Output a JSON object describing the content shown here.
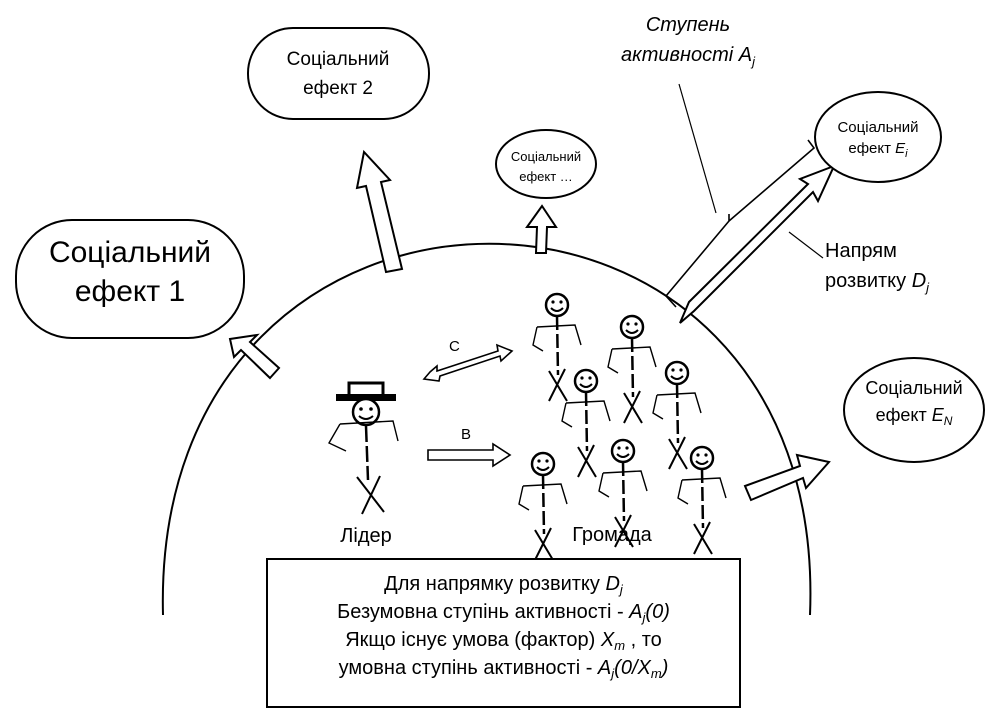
{
  "effects": {
    "effect1": [
      "Соціальний",
      "ефект 1"
    ],
    "effect2": [
      "Соціальний",
      "ефект  2"
    ],
    "effect_more": [
      "Соціальний",
      "ефект …"
    ],
    "effect_i": {
      "line1": "Соціальний",
      "prefix": "ефект ",
      "var": "E",
      "sub": "i"
    },
    "effect_n": {
      "line1": "Соціальний",
      "prefix": "ефект ",
      "var": "E",
      "sub": "N"
    }
  },
  "annotations": {
    "activity_level": {
      "line1": "Ступень",
      "line2_prefix": "активності ",
      "var": "A",
      "sub": "j"
    },
    "direction": {
      "line1": "Напрям",
      "line2_prefix": "розвитку ",
      "var": "D",
      "sub": "j"
    }
  },
  "arrow_labels": {
    "c": "C",
    "b": "B"
  },
  "actors": {
    "leader": "Лідер",
    "community": "Громада"
  },
  "info": {
    "line1_prefix": "Для напрямку розвитку ",
    "line1_var": "D",
    "line1_sub": "j",
    "line2_prefix": "Безумовна ступінь активності - ",
    "line2_var": "A",
    "line2_sub": "j",
    "line2_suffix": "(0)",
    "line3_prefix": "Якщо існує умова (фактор)  ",
    "line3_var": "X",
    "line3_sub": "m",
    "line3_suffix": " , то",
    "line4_prefix": "умовна ступінь активності - ",
    "line4_var": "A",
    "line4_sub": "j",
    "line4_mid": "(0/",
    "line4_var2": "X",
    "line4_sub2": "m",
    "line4_suffix": ")"
  }
}
